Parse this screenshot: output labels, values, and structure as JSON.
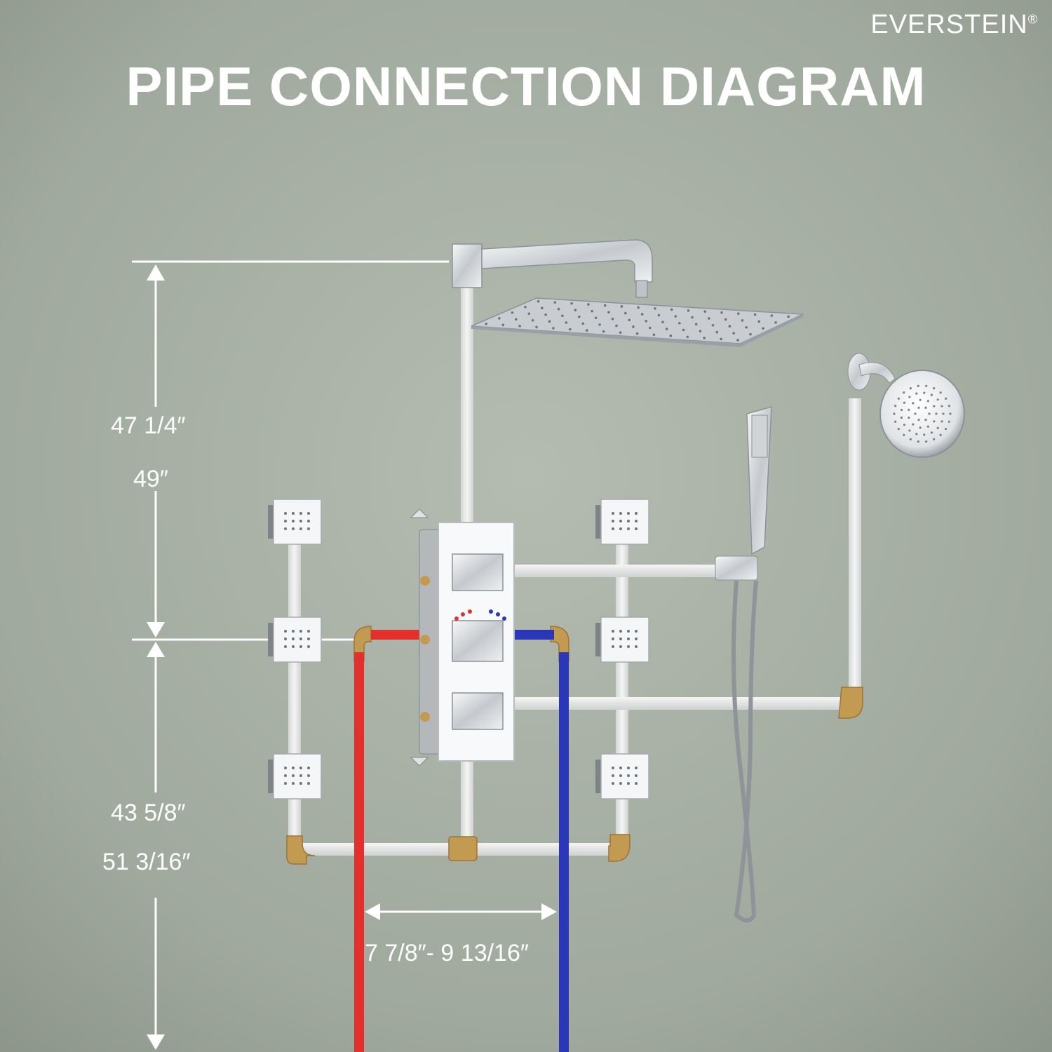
{
  "brand": {
    "name": "EVERSTEIN",
    "mark": "®"
  },
  "title": "PIPE CONNECTION DIAGRAM",
  "dimensions": {
    "upper_height_a": "47 1/4″",
    "upper_height_b": "49″",
    "lower_height_a": "43 5/8″",
    "lower_height_b": "51 3/16″",
    "inlet_spacing": "7 7/8″- 9 13/16″"
  },
  "colors": {
    "wall": "#a3aca0",
    "pipe": "#e9ebe9",
    "hot_pipe": "#e3302c",
    "cold_pipe": "#2a37b8",
    "brass": "#c39a52",
    "chrome": "#d6d9dc",
    "text": "#ffffff"
  },
  "icons": [
    "rain-shower-head-icon",
    "round-shower-head-icon",
    "hand-shower-icon",
    "body-jet-icon",
    "thermostatic-valve-icon"
  ]
}
